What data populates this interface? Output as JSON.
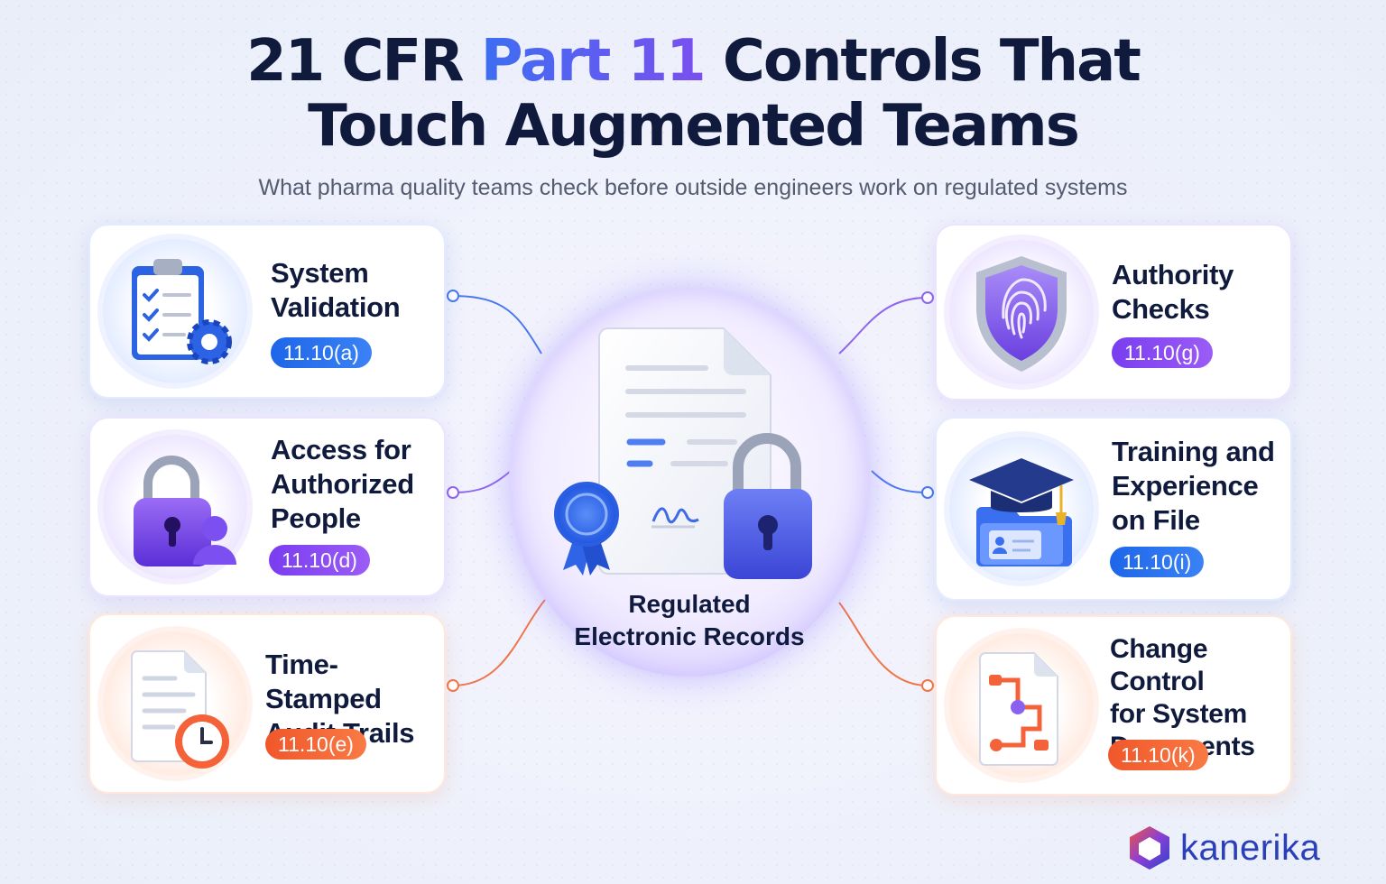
{
  "header": {
    "title_part1": "21 CFR ",
    "title_accent": "Part 11",
    "title_part2": " Controls That",
    "title_line2": "Touch Augmented Teams",
    "subtitle": "What pharma quality teams check before outside engineers work on regulated systems"
  },
  "hub": {
    "label_line1": "Regulated",
    "label_line2": "Electronic Records",
    "icon": "document-lock-icon"
  },
  "controls": [
    {
      "title_lines": [
        "System",
        "Validation"
      ],
      "code": "11.10(a)",
      "color": "#2563eb",
      "icon": "clipboard-gear-icon",
      "side": "left"
    },
    {
      "title_lines": [
        "Access for",
        "Authorized",
        "People"
      ],
      "code": "11.10(d)",
      "color": "#8b5cf6",
      "icon": "padlock-user-icon",
      "side": "left"
    },
    {
      "title_lines": [
        "Time-Stamped",
        "Audit Trails"
      ],
      "code": "11.10(e)",
      "color": "#f4623a",
      "icon": "document-clock-icon",
      "side": "left"
    },
    {
      "title_lines": [
        "Authority",
        "Checks"
      ],
      "code": "11.10(g)",
      "color": "#8b5cf6",
      "icon": "fingerprint-shield-icon",
      "side": "right"
    },
    {
      "title_lines": [
        "Training and",
        "Experience",
        "on File"
      ],
      "code": "11.10(i)",
      "color": "#2563eb",
      "icon": "graduation-folder-icon",
      "side": "right"
    },
    {
      "title_lines": [
        "Change Control",
        "for System",
        "Documents"
      ],
      "code": "11.10(k)",
      "color": "#f4623a",
      "icon": "document-flow-icon",
      "side": "right"
    }
  ],
  "brand": {
    "name": "kanerika",
    "logo_icon": "cube-logo-icon"
  }
}
